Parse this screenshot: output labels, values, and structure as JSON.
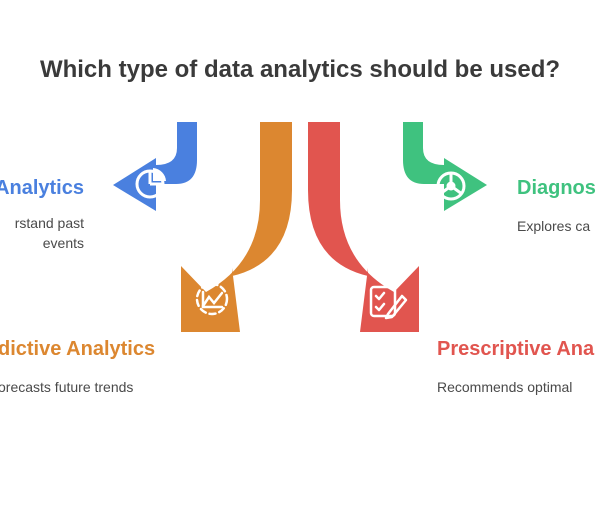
{
  "title": "Which type of data analytics should be used?",
  "colors": {
    "descriptive": "#4a80df",
    "predictive": "#dc8730",
    "prescriptive": "#e1554f",
    "diagnostic": "#3fc27f",
    "text": "#3a3a3a"
  },
  "items": [
    {
      "label": "Analytics",
      "desc_lines": [
        "rstand past",
        "events"
      ],
      "icon": "pie-chart-icon"
    },
    {
      "label": "dictive Analytics",
      "desc_lines": [
        "orecasts future trends"
      ],
      "icon": "trend-chart-icon"
    },
    {
      "label": "Prescriptive Ana",
      "desc_lines": [
        "Recommends optimal"
      ],
      "icon": "checklist-icon"
    },
    {
      "label": "Diagnos",
      "desc_lines": [
        "Explores ca"
      ],
      "icon": "segment-chart-icon"
    }
  ]
}
